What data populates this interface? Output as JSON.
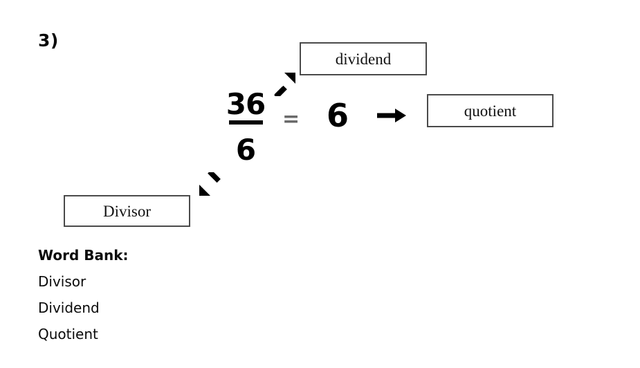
{
  "page": {
    "background_color": "#ffffff",
    "problem_number": "3)"
  },
  "expression": {
    "numerator": "36",
    "denominator": "6",
    "equals_sign": "=",
    "answer": "6"
  },
  "boxes": {
    "dividend": {
      "label": "dividend",
      "border_color": "#4a4a4a"
    },
    "quotient": {
      "label": "quotient",
      "border_color": "#4a4a4a"
    },
    "divisor": {
      "label": "Divisor",
      "border_color": "#4a4a4a"
    }
  },
  "arrows": {
    "to_dividend": "arrow-up-right-icon",
    "to_quotient": "arrow-right-icon",
    "to_divisor": "arrow-down-left-icon",
    "color": "#000000"
  },
  "word_bank": {
    "title": "Word Bank:",
    "items": [
      {
        "label": "Divisor"
      },
      {
        "label": "Dividend"
      },
      {
        "label": "Quotient"
      }
    ]
  }
}
